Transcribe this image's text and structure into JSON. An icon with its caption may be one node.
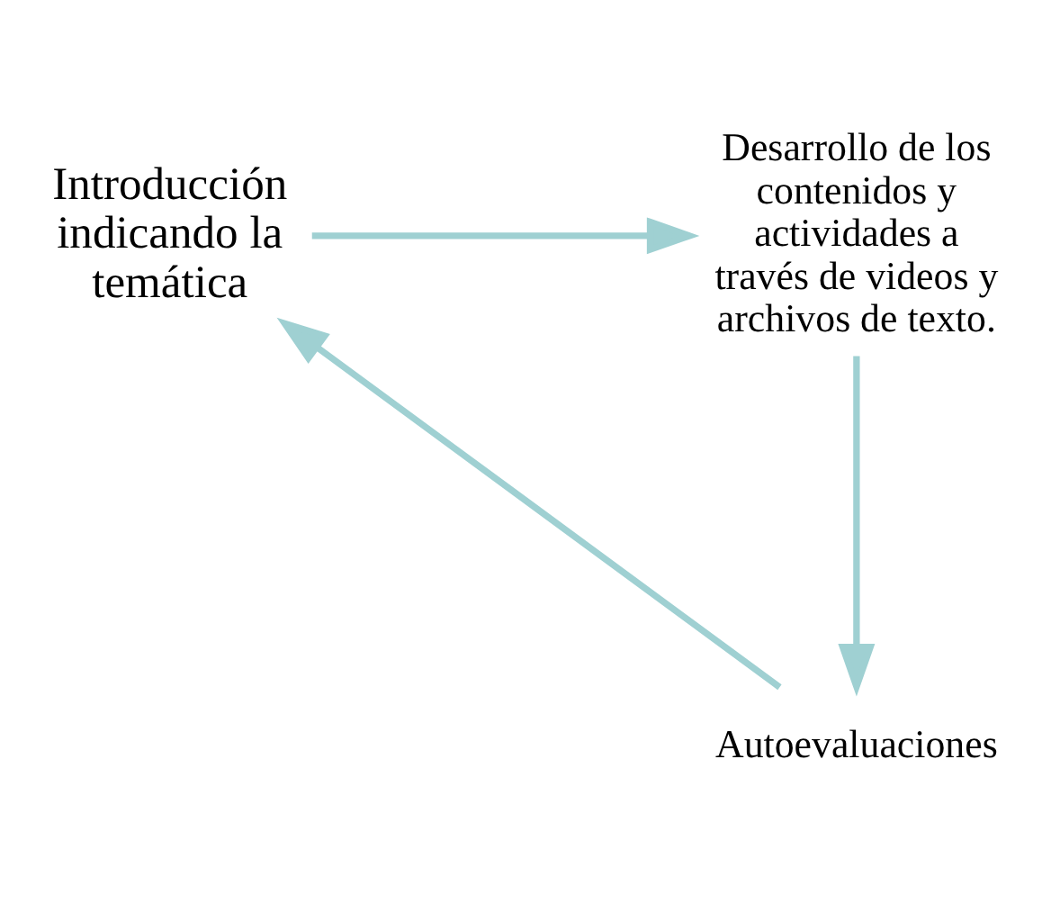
{
  "diagram": {
    "nodes": [
      {
        "text": [
          "Introducción indicando la temática"
        ]
      },
      {
        "text": [
          "Desarrollo de los contenidos y actividades a través de videos y archivos de texto."
        ]
      },
      {
        "text": [
          "Autoevaluaciones"
        ]
      }
    ],
    "edges": [
      {
        "from": 0,
        "to": 1,
        "arrow": "to"
      },
      {
        "from": 1,
        "to": 2,
        "arrow": "to"
      },
      {
        "from": 2,
        "to": 0,
        "arrow": "to"
      }
    ]
  }
}
